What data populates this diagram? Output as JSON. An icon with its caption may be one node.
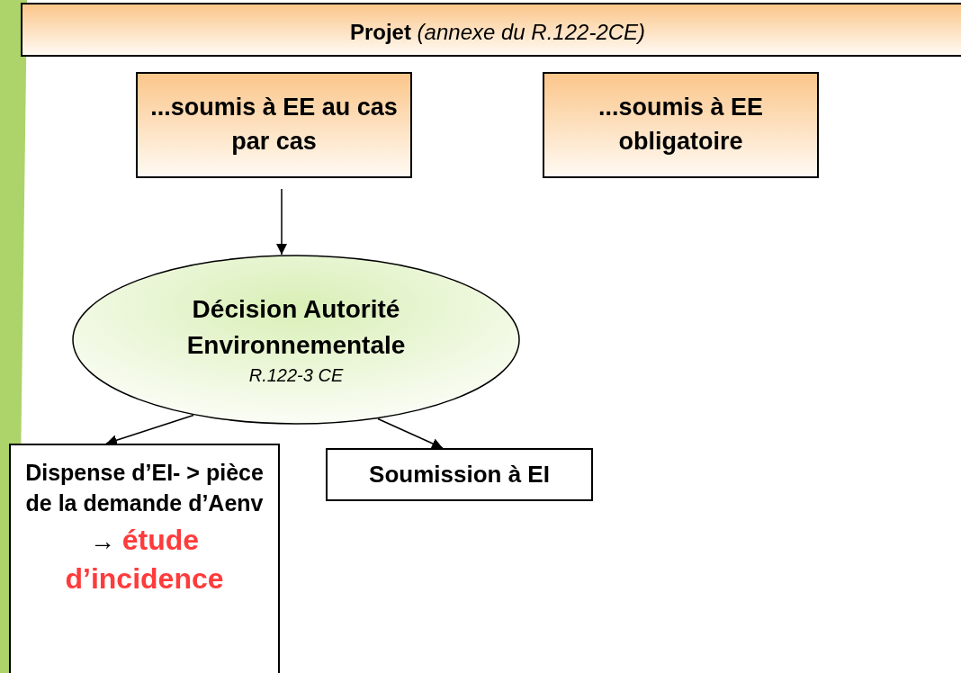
{
  "diagram": {
    "nodes": [
      {
        "text": [
          "**Projet** *(annexe du R.122-2CE)*"
        ]
      },
      {
        "text": [
          "...soumis à EE au cas par cas"
        ]
      },
      {
        "text": [
          "...soumis à EE obligatoire"
        ]
      },
      {
        "text": [
          "Décision Autorité Environnementale",
          "R.122-3 CE"
        ]
      },
      {
        "text": [
          "Dispense d’EI- > pièce de la demande d’Aenv",
          "→",
          "étude d’incidence"
        ]
      },
      {
        "text": [
          "Soumission à EI"
        ]
      }
    ],
    "edges": [
      {
        "from": 1,
        "to": 3,
        "arrow": "to"
      },
      {
        "from": 3,
        "to": 4,
        "arrow": "to"
      },
      {
        "from": 3,
        "to": 5,
        "arrow": "to"
      }
    ]
  }
}
